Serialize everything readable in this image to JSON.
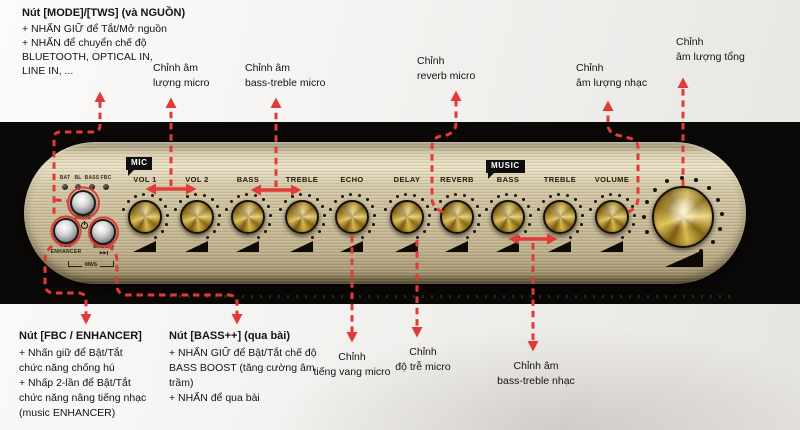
{
  "colors": {
    "annotation_red": "#e23a38",
    "band_black": "#0b0907",
    "panel_gold": "#cfc2a0",
    "knob_gold": "#d2ae42",
    "badge_black": "#0e0e0e"
  },
  "callouts": {
    "mode_tws": {
      "title": "Nút [MODE]/[TWS] (và NGUỒN)",
      "lines": [
        "+ NHẤN GIỮ để Tắt/Mở nguồn",
        "+ NHẤN để chuyển chế độ",
        "BLUETOOTH, OPTICAL IN,",
        "LINE IN, ..."
      ]
    },
    "mic_volume": {
      "line1": "Chỉnh âm",
      "line2": "lượng micro"
    },
    "mic_tone": {
      "line1": "Chỉnh âm",
      "line2": "bass-treble micro"
    },
    "mic_reverb": {
      "line1": "Chỉnh",
      "line2": "reverb micro"
    },
    "music_volume": {
      "line1": "Chỉnh",
      "line2": "âm lượng nhạc"
    },
    "master_volume": {
      "line1": "Chỉnh",
      "line2": "âm lượng tổng"
    },
    "fbc_enhancer": {
      "title": "Nút [FBC / ENHANCER]",
      "lines": [
        "+ Nhấn giữ để Bật/Tắt",
        "chức năng chống hú",
        "+ Nhấp 2-lần để Bật/Tắt",
        "chức năng nâng tiếng nhạc",
        "(music ENHANCER)"
      ]
    },
    "bass_plus": {
      "title": "Nút [BASS++] (qua bài)",
      "lines": [
        "+ NHẤN GIỮ để Bật/Tắt chế độ",
        "BASS BOOST (tăng cường âm",
        "trầm)",
        "+ NHẤN để qua bài"
      ]
    },
    "mic_echo": {
      "line1": "Chỉnh",
      "line2": "tiếng vang micro"
    },
    "mic_delay": {
      "line1": "Chỉnh",
      "line2": "độ trễ micro"
    },
    "music_tone": {
      "line1": "Chỉnh âm",
      "line2": "bass-treble nhạc"
    }
  },
  "panel": {
    "led_labels": [
      "BAT",
      "BL",
      "BASS",
      "FBC"
    ],
    "mode_button_label": "MODE",
    "fbc_button_label1": "FBC",
    "fbc_button_label2": "ENHANCER",
    "bass_button_label": "BASS++",
    "skip_icon": "▶▶",
    "mws_label": "MWS",
    "mic_badge": "MIC",
    "music_badge": "MUSIC",
    "knob_labels": [
      "VOL 1",
      "VOL 2",
      "BASS",
      "TREBLE",
      "ECHO",
      "DELAY",
      "REVERB",
      "BASS",
      "TREBLE",
      "VOLUME"
    ]
  }
}
